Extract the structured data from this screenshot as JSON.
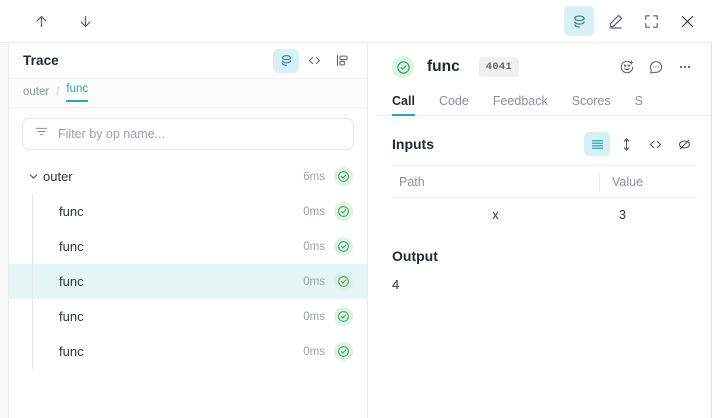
{
  "topbar": {
    "nav_up": "arrow-up",
    "nav_down": "arrow-down",
    "actions": [
      {
        "icon": "layers-icon",
        "active": true
      },
      {
        "icon": "pen-icon",
        "active": false
      },
      {
        "icon": "expand-icon",
        "active": false
      },
      {
        "icon": "close-icon",
        "active": false
      }
    ]
  },
  "trace": {
    "title": "Trace",
    "view_icons": [
      {
        "icon": "layers-icon",
        "active": true
      },
      {
        "icon": "code-icon",
        "active": false
      },
      {
        "icon": "flame-chart-icon",
        "active": false
      }
    ],
    "breadcrumb": [
      {
        "label": "outer",
        "active": false
      },
      {
        "label": "/",
        "separator": true
      },
      {
        "label": "func",
        "active": true
      }
    ],
    "filter": {
      "icon": "filter-icon",
      "placeholder": "Filter by op name...",
      "value": ""
    },
    "rows": [
      {
        "label": "outer",
        "duration": "6ms",
        "depth": 0,
        "expanded": true,
        "selected": false,
        "status": "success"
      },
      {
        "label": "func",
        "duration": "0ms",
        "depth": 1,
        "expanded": false,
        "selected": false,
        "status": "success"
      },
      {
        "label": "func",
        "duration": "0ms",
        "depth": 1,
        "expanded": false,
        "selected": false,
        "status": "success"
      },
      {
        "label": "func",
        "duration": "0ms",
        "depth": 1,
        "expanded": false,
        "selected": true,
        "status": "success"
      },
      {
        "label": "func",
        "duration": "0ms",
        "depth": 1,
        "expanded": false,
        "selected": false,
        "status": "success"
      },
      {
        "label": "func",
        "duration": "0ms",
        "depth": 1,
        "expanded": false,
        "selected": false,
        "status": "success"
      }
    ]
  },
  "detail": {
    "status": "success",
    "title": "func",
    "id_badge": "4041",
    "head_icons": [
      {
        "icon": "add-reaction-icon"
      },
      {
        "icon": "comment-icon"
      },
      {
        "icon": "more-options-icon"
      }
    ],
    "tabs": [
      {
        "label": "Call",
        "active": true
      },
      {
        "label": "Code",
        "active": false
      },
      {
        "label": "Feedback",
        "active": false
      },
      {
        "label": "Scores",
        "active": false
      },
      {
        "label": "S",
        "active": false
      }
    ],
    "inputs": {
      "title": "Inputs",
      "view_icons": [
        {
          "icon": "list-view-icon",
          "active": true
        },
        {
          "icon": "expand-vertical-icon",
          "active": false
        },
        {
          "icon": "code-icon",
          "active": false
        },
        {
          "icon": "hide-icon",
          "active": false
        }
      ],
      "columns": [
        "Path",
        "Value"
      ],
      "rows": [
        {
          "path": "x",
          "value": "3"
        }
      ]
    },
    "output": {
      "title": "Output",
      "value": "4"
    }
  },
  "colors": {
    "accent_teal": "#2ba4bb",
    "accent_bg": "#d7f0f5",
    "selected_row": "#e4f6f4",
    "success_green": "#3f9e63",
    "success_bg": "#ddf3e3",
    "text_primary": "#1f2933",
    "text_muted": "#8a9199"
  }
}
